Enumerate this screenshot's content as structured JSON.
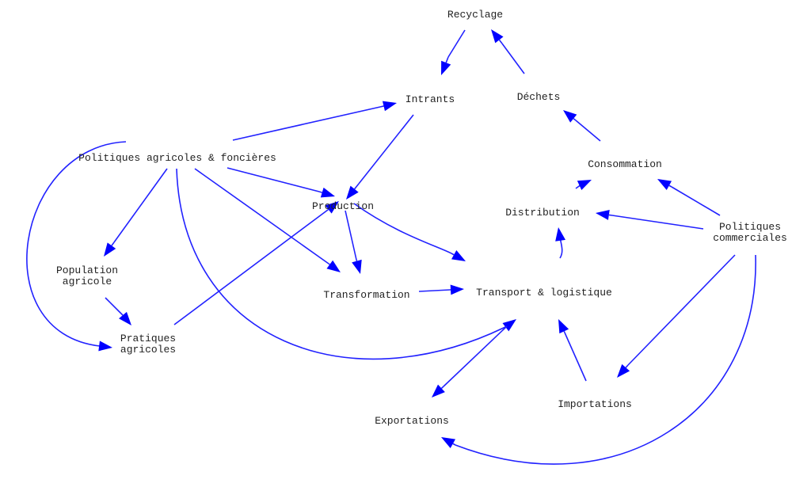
{
  "diagram": {
    "colors": {
      "edge": "#2222ff",
      "arrowhead": "#0000ff",
      "text": "#222222",
      "background": "#ffffff"
    },
    "nodes": [
      {
        "id": "recyclage",
        "lines": [
          "Recyclage"
        ]
      },
      {
        "id": "intrants",
        "lines": [
          "Intrants"
        ]
      },
      {
        "id": "dechets",
        "lines": [
          "Déchets"
        ]
      },
      {
        "id": "politiques-agricoles",
        "lines": [
          "Politiques agricoles & foncières"
        ]
      },
      {
        "id": "consommation",
        "lines": [
          "Consommation"
        ]
      },
      {
        "id": "production",
        "lines": [
          "Production"
        ]
      },
      {
        "id": "distribution",
        "lines": [
          "Distribution"
        ]
      },
      {
        "id": "politiques-commerciales",
        "lines": [
          "Politiques",
          "commerciales"
        ]
      },
      {
        "id": "population-agricole",
        "lines": [
          "Population",
          "agricole"
        ]
      },
      {
        "id": "transformation",
        "lines": [
          "Transformation"
        ]
      },
      {
        "id": "transport",
        "lines": [
          "Transport & logistique"
        ]
      },
      {
        "id": "pratiques-agricoles",
        "lines": [
          "Pratiques",
          "agricoles"
        ]
      },
      {
        "id": "importations",
        "lines": [
          "Importations"
        ]
      },
      {
        "id": "exportations",
        "lines": [
          "Exportations"
        ]
      }
    ],
    "edges": [
      {
        "from": "recyclage",
        "to": "intrants"
      },
      {
        "from": "dechets",
        "to": "recyclage"
      },
      {
        "from": "consommation",
        "to": "dechets"
      },
      {
        "from": "politiques-agricoles",
        "to": "intrants"
      },
      {
        "from": "intrants",
        "to": "production"
      },
      {
        "from": "politiques-agricoles",
        "to": "production"
      },
      {
        "from": "politiques-agricoles",
        "to": "population-agricole"
      },
      {
        "from": "politiques-agricoles",
        "to": "transformation"
      },
      {
        "from": "politiques-agricoles",
        "to": "pratiques-agricoles"
      },
      {
        "from": "politiques-agricoles",
        "to": "transport"
      },
      {
        "from": "population-agricole",
        "to": "pratiques-agricoles"
      },
      {
        "from": "pratiques-agricoles",
        "to": "production"
      },
      {
        "from": "production",
        "to": "transformation"
      },
      {
        "from": "production",
        "to": "transport"
      },
      {
        "from": "transformation",
        "to": "transport"
      },
      {
        "from": "transport",
        "to": "distribution"
      },
      {
        "from": "distribution",
        "to": "consommation"
      },
      {
        "from": "politiques-commerciales",
        "to": "consommation"
      },
      {
        "from": "politiques-commerciales",
        "to": "distribution"
      },
      {
        "from": "politiques-commerciales",
        "to": "importations"
      },
      {
        "from": "politiques-commerciales",
        "to": "exportations"
      },
      {
        "from": "importations",
        "to": "transport"
      },
      {
        "from": "transport",
        "to": "exportations"
      }
    ]
  }
}
